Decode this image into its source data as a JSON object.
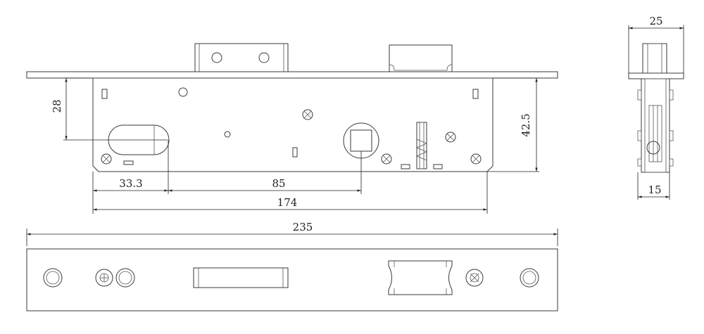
{
  "drawing": {
    "dimensions": {
      "backset_height": "28",
      "backset": "33.3",
      "center_distance": "85",
      "case_length": "174",
      "case_height": "42.5",
      "faceplate_length": "235",
      "side_width": "25",
      "side_depth": "15"
    }
  }
}
